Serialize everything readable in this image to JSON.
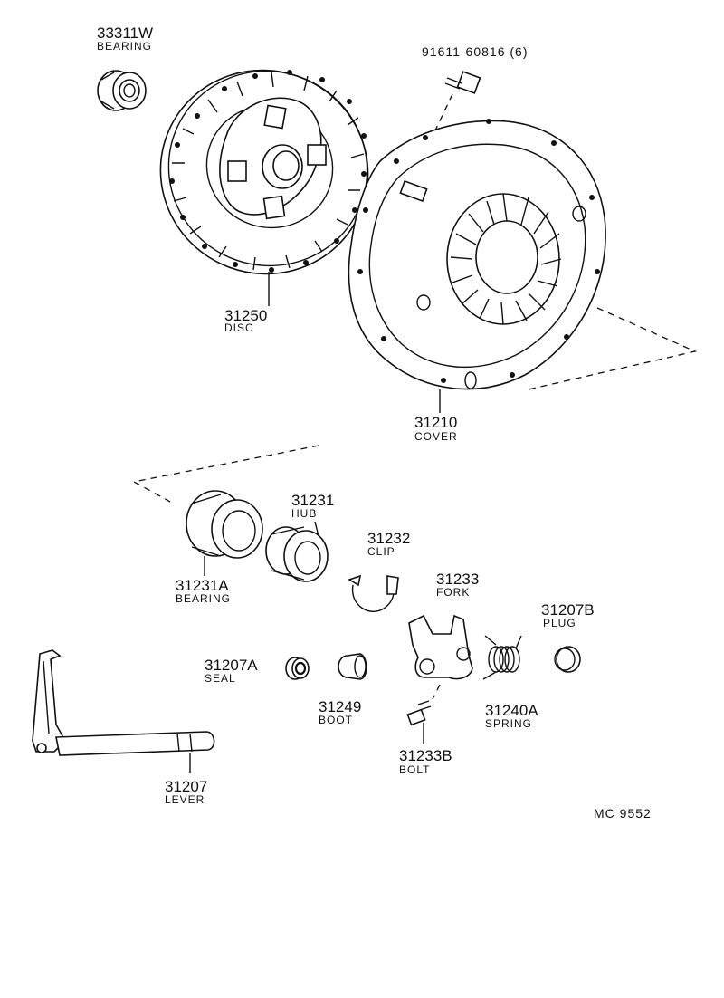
{
  "parts": [
    {
      "key": "p33311w",
      "number": "33311W",
      "name": "BEARING"
    },
    {
      "key": "p91611",
      "number": "91611-60816 (6)",
      "name": ""
    },
    {
      "key": "p31250",
      "number": "31250",
      "name": "DISC"
    },
    {
      "key": "p31210",
      "number": "31210",
      "name": "COVER"
    },
    {
      "key": "p31231",
      "number": "31231",
      "name": "HUB"
    },
    {
      "key": "p31232",
      "number": "31232",
      "name": "CLIP"
    },
    {
      "key": "p31231a",
      "number": "31231A",
      "name": "BEARING"
    },
    {
      "key": "p31233",
      "number": "31233",
      "name": "FORK"
    },
    {
      "key": "p31207b",
      "number": "31207B",
      "name": "PLUG"
    },
    {
      "key": "p31207a",
      "number": "31207A",
      "name": "SEAL"
    },
    {
      "key": "p31249",
      "number": "31249",
      "name": "BOOT"
    },
    {
      "key": "p31240a",
      "number": "31240A",
      "name": "SPRING"
    },
    {
      "key": "p31233b",
      "number": "31233B",
      "name": "BOLT"
    },
    {
      "key": "p31207",
      "number": "31207",
      "name": "LEVER"
    }
  ],
  "diagram_code": "MC  9552"
}
